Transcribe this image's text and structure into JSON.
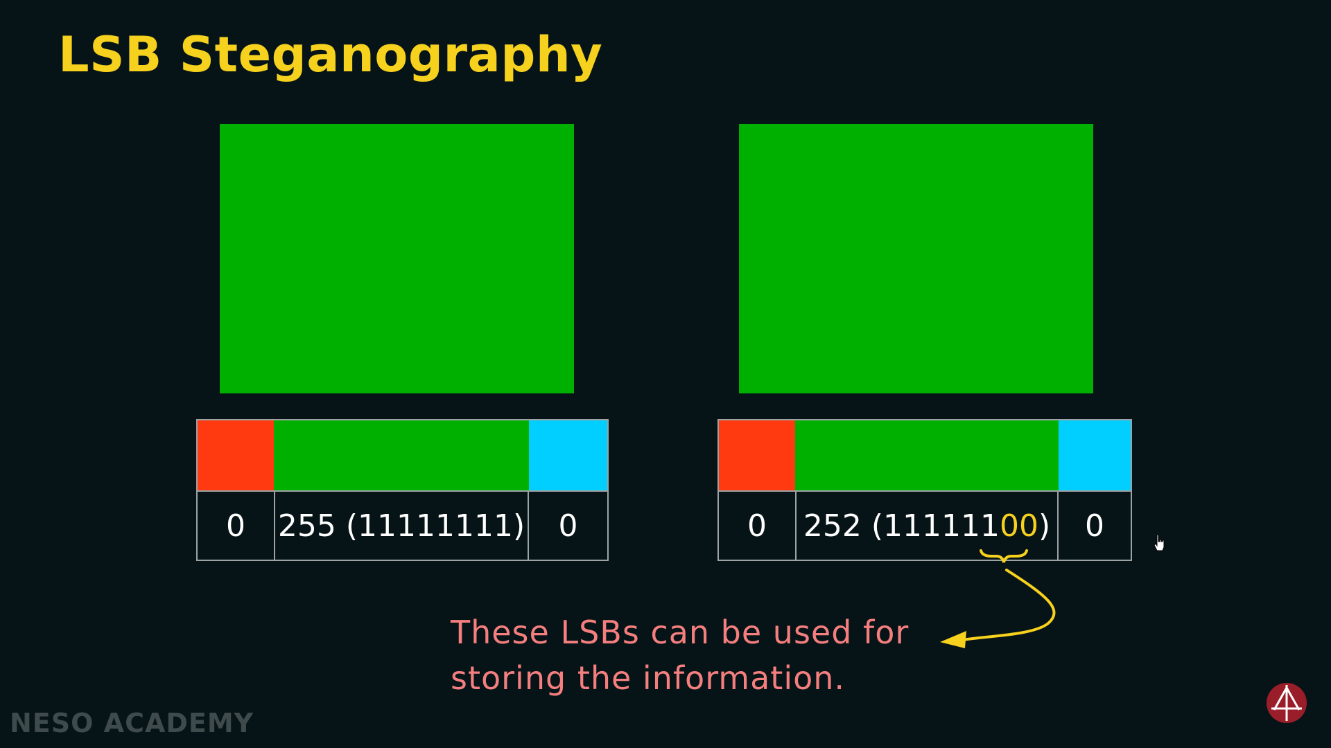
{
  "title": "LSB Steganography",
  "colors": {
    "background": "#071417",
    "title": "#f6d11d",
    "green": "#00b000",
    "red": "#ff3a10",
    "blue": "#00cfff",
    "highlight": "#f6d11d",
    "note": "#f57f7f"
  },
  "original_pixel": {
    "red_value": "0",
    "green_value": "255 (11111111)",
    "blue_value": "0"
  },
  "modified_pixel": {
    "red_value": "0",
    "green_value_prefix": "252 (111111",
    "green_value_lsbs": "00",
    "green_value_suffix": ")",
    "blue_value": "0"
  },
  "note": {
    "line1": "These LSBs can be used for",
    "line2": "storing the information."
  },
  "brand": "NESO ACADEMY",
  "icons": {
    "logo": "neso-logo-icon",
    "cursor": "hand-cursor-icon",
    "arrow": "curved-arrow",
    "brace": "underbrace"
  }
}
